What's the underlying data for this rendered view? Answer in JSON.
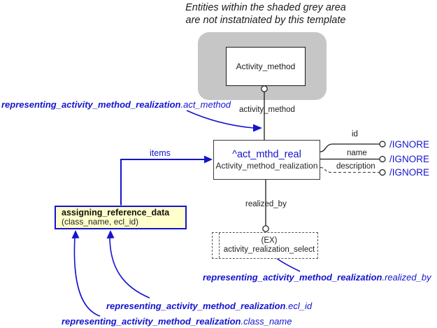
{
  "note": {
    "line1": "Entities within the shaded grey area",
    "line2": "are not instatniated by this template"
  },
  "colors": {
    "blue": "#1414cf",
    "grey_area": "#c6c6c6",
    "yellow_box_bg": "#ffffcc",
    "line_black": "#1a1a1a",
    "dashed_grey": "#555555"
  },
  "entities": {
    "activity_method": {
      "label": "Activity_method"
    },
    "act_mthd_real": {
      "ref": "^act_mthd_real",
      "type": "Activity_method_realization"
    },
    "assigning_reference_data": {
      "name": "assigning_reference_data",
      "params": "(class_name, ecl_id)"
    },
    "activity_realization_select": {
      "prefix": "(EX)",
      "name": "activity_realization_select"
    }
  },
  "attributes": {
    "activity_method": "activity_method",
    "realized_by": "realized_by",
    "items": "items",
    "id": "id",
    "name": "name",
    "description": "description"
  },
  "ignore": {
    "label": "/IGNORE"
  },
  "annotations": {
    "act_method": {
      "bold": "representing_activity_method_realization",
      "suffix": ".act_method"
    },
    "realized_by": {
      "bold": "representing_activity_method_realization",
      "suffix": ".realized_by"
    },
    "ecl_id": {
      "bold": "representing_activity_method_realization",
      "suffix": ".ecl_id"
    },
    "class_name": {
      "bold": "representing_activity_method_realization",
      "suffix": ".class_name"
    }
  }
}
